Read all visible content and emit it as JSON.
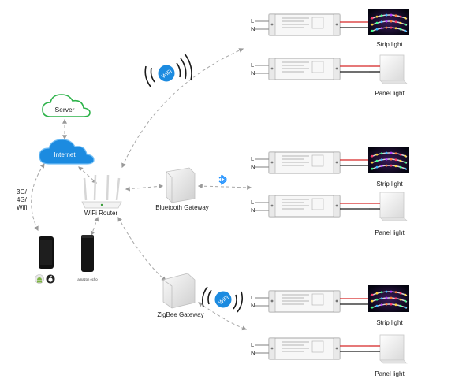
{
  "network": {
    "server": "Server",
    "internet": "Internet",
    "wifi_router": "WiFi Router",
    "cellular": [
      "3G/",
      "4G/",
      "Wifi"
    ],
    "amazon_echo": "amazon echo",
    "bluetooth_gateway": "Bluetooth Gateway",
    "zigbee_gateway": "ZigBee Gateway",
    "wifi_badge": "WiFi"
  },
  "drivers": {
    "live_label": "L",
    "neutral_label": "N"
  },
  "loads": {
    "strip_light": "Strip light",
    "panel_light": "Panel light"
  },
  "colors": {
    "cloud_blue": "#1c8be0",
    "cloud_outline": "#2db34a",
    "wire_red": "#d62828",
    "wire_black": "#1a1a1a",
    "bt_blue": "#1e90ff"
  },
  "icons": {
    "bluetooth": "bluetooth-icon",
    "android": "android-icon",
    "apple": "apple-icon"
  }
}
